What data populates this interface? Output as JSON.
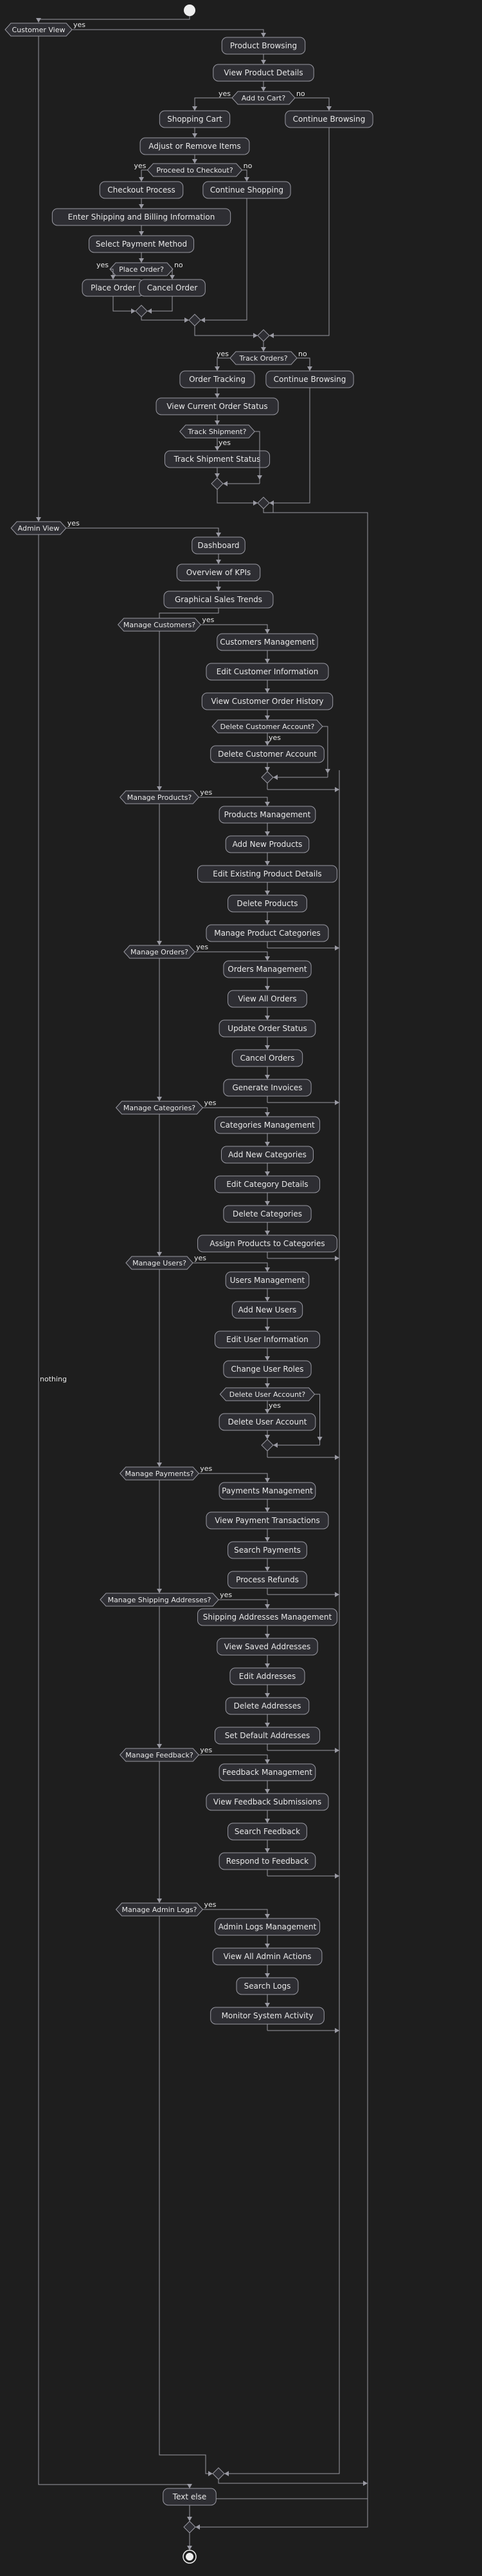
{
  "flow": {
    "customer_view": "Customer View",
    "admin_view": "Admin View",
    "yes": "yes",
    "no": "no",
    "nothing": "nothing",
    "text_else": "Text else"
  },
  "customer": {
    "product_browsing": "Product Browsing",
    "view_product_details": "View Product Details",
    "add_to_cart_q": "Add to Cart?",
    "shopping_cart": "Shopping Cart",
    "continue_browsing": "Continue Browsing",
    "adjust_remove": "Adjust or Remove Items",
    "proceed_q": "Proceed to Checkout?",
    "checkout_process": "Checkout Process",
    "continue_shopping": "Continue Shopping",
    "enter_shipping": "Enter Shipping and Billing Information",
    "select_payment": "Select Payment Method",
    "place_order_q": "Place Order?",
    "place_order": "Place Order",
    "cancel_order": "Cancel Order",
    "track_orders_q": "Track Orders?",
    "order_tracking": "Order Tracking",
    "continue_browsing_2": "Continue Browsing",
    "view_current_status": "View Current Order Status",
    "track_shipment_q": "Track Shipment?",
    "track_shipment_status": "Track Shipment Status"
  },
  "admin": {
    "dashboard": "Dashboard",
    "overview_kpis": "Overview of KPIs",
    "graphical_trends": "Graphical Sales Trends",
    "customers": {
      "question": "Manage Customers?",
      "steps": [
        "Customers Management",
        "Edit Customer Information",
        "View Customer Order History"
      ],
      "sub_question": "Delete Customer Account?",
      "sub_step": "Delete Customer Account"
    },
    "products": {
      "question": "Manage Products?",
      "steps": [
        "Products Management",
        "Add New Products",
        "Edit Existing Product Details",
        "Delete Products",
        "Manage Product Categories"
      ]
    },
    "orders": {
      "question": "Manage Orders?",
      "steps": [
        "Orders Management",
        "View All Orders",
        "Update Order Status",
        "Cancel Orders",
        "Generate Invoices"
      ]
    },
    "categories": {
      "question": "Manage Categories?",
      "steps": [
        "Categories Management",
        "Add New Categories",
        "Edit Category Details",
        "Delete Categories",
        "Assign Products to Categories"
      ]
    },
    "users": {
      "question": "Manage Users?",
      "steps": [
        "Users Management",
        "Add New Users",
        "Edit User Information",
        "Change User Roles"
      ],
      "sub_question": "Delete User Account?",
      "sub_step": "Delete User Account"
    },
    "payments": {
      "question": "Manage Payments?",
      "steps": [
        "Payments Management",
        "View Payment Transactions",
        "Search Payments",
        "Process Refunds"
      ]
    },
    "addresses": {
      "question": "Manage Shipping Addresses?",
      "steps": [
        "Shipping Addresses Management",
        "View Saved Addresses",
        "Edit Addresses",
        "Delete Addresses",
        "Set Default Addresses"
      ]
    },
    "feedback": {
      "question": "Manage Feedback?",
      "steps": [
        "Feedback Management",
        "View Feedback Submissions",
        "Search Feedback",
        "Respond to Feedback"
      ]
    },
    "logs": {
      "question": "Manage Admin Logs?",
      "steps": [
        "Admin Logs Management",
        "View All Admin Actions",
        "Search Logs",
        "Monitor System Activity"
      ]
    }
  }
}
